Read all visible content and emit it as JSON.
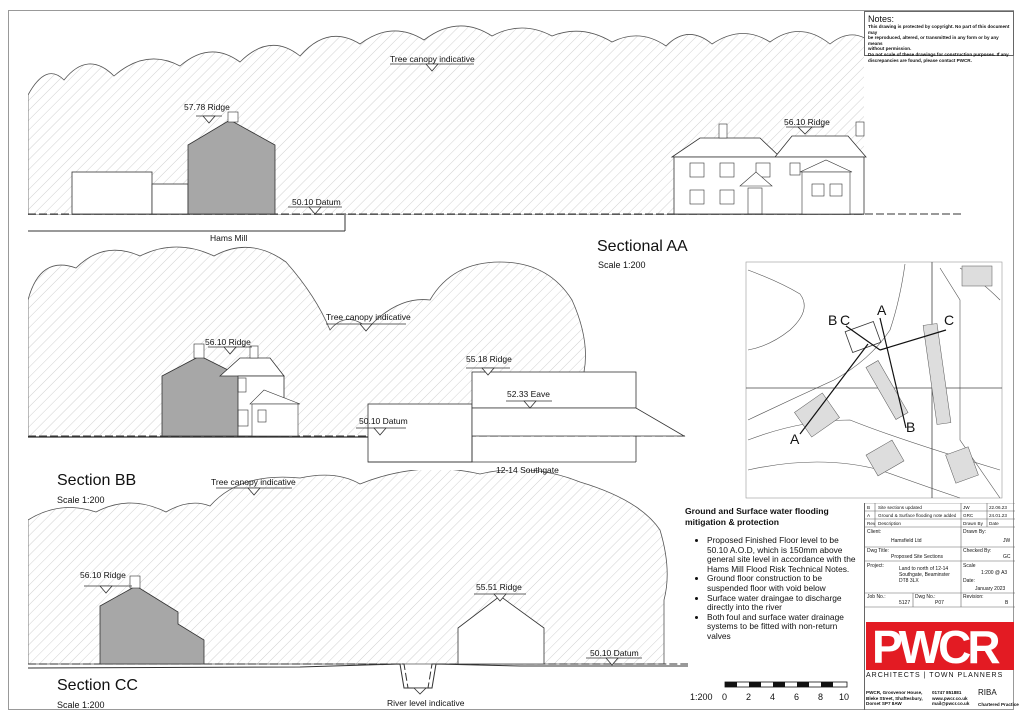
{
  "sections": {
    "aa": {
      "title": "Sectional AA",
      "scale": "Scale 1:200",
      "tree_label": "Tree canopy indicative",
      "ridge_left": "57.78 Ridge",
      "ridge_right": "56.10 Ridge",
      "datum": "50.10 Datum",
      "building_label": "Hams Mill"
    },
    "bb": {
      "title": "Section BB",
      "scale": "Scale 1:200",
      "tree_label": "Tree canopy indicative",
      "ridge_left": "56.10 Ridge",
      "ridge_right": "55.18 Ridge",
      "eave": "52.33 Eave",
      "datum": "50.10 Datum",
      "building_label": "12-14 Southgate"
    },
    "cc": {
      "title": "Section CC",
      "scale": "Scale 1:200",
      "tree_label": "Tree canopy indicative",
      "ridge_left": "56.10 Ridge",
      "ridge_right": "55.51 Ridge",
      "datum": "50.10 Datum",
      "river": "River level indicative"
    }
  },
  "key_plan": {
    "labels": [
      "A",
      "B",
      "C",
      "A",
      "B",
      "C"
    ]
  },
  "notes": {
    "heading": "Notes:",
    "lines": [
      "This drawing is protected by copyright. No part of this document may",
      "be reproduced, altered, or transmitted in any form or by any means",
      "without permission.",
      "Do not scale of these drawings for construction purposes. If any",
      "discrepancies are found, please contact PWCR."
    ]
  },
  "flooding": {
    "heading": "Ground and Surface water flooding mitigation & protection",
    "bullets": [
      "Proposed Finished Floor level to be 50.10 A.O.D, which is 150mm above general site level in accordance with the Hams Mill Flood Risk Technical Notes.",
      "Ground floor construction to be suspended floor with void below",
      "Surface water draingae to discharge directly into the river",
      "Both foul and surface water drainage systems to be fitted with non-return valves"
    ]
  },
  "title_block": {
    "revisions": [
      {
        "rev": "B",
        "desc": "Site sections updated",
        "by": "JW",
        "date": "22.06.23"
      },
      {
        "rev": "A",
        "desc": "Ground & Surface flooding note added",
        "by": "GRC",
        "date": "24.01.23"
      }
    ],
    "rev_headers": {
      "rev": "Rev",
      "desc": "Description",
      "by": "Drawn By",
      "date": "Date"
    },
    "client_label": "Client:",
    "client": "Hamsfield Ltd",
    "drawn_label": "Drawn By:",
    "drawn": "JW",
    "title_label": "Dwg Title:",
    "title": "Proposed Site Sections",
    "checked_label": "Checked By:",
    "checked": "GC",
    "project_label": "Project:",
    "project": [
      "Land to north of 12-14",
      "Southgate, Beaminster",
      "DT8 3LX"
    ],
    "scale_label": "Scale",
    "scale": "1:200 @ A3",
    "date_label": "Date:",
    "date": "January 2023",
    "job_label": "Job No.:",
    "job": "5127",
    "dwg_label": "Dwg No.:",
    "dwg": "P07",
    "revision_label": "Revision:",
    "revision": "B"
  },
  "logo": {
    "text": "PWCR",
    "tagline": "ARCHITECTS | TOWN PLANNERS",
    "address": [
      "PWCR, Grosvenor House,",
      "Bleke Street, Shaftesbury,",
      "Dorset SP7 8AW"
    ],
    "contact": [
      "01747 851881",
      "www.pwcr.co.uk",
      "mail@pwcr.co.uk"
    ],
    "riba": "RIBA",
    "riba_sub": "Chartered Practice"
  },
  "scale_bar": {
    "ratio": "1:200",
    "ticks": [
      "0",
      "2",
      "4",
      "6",
      "8",
      "10"
    ]
  }
}
